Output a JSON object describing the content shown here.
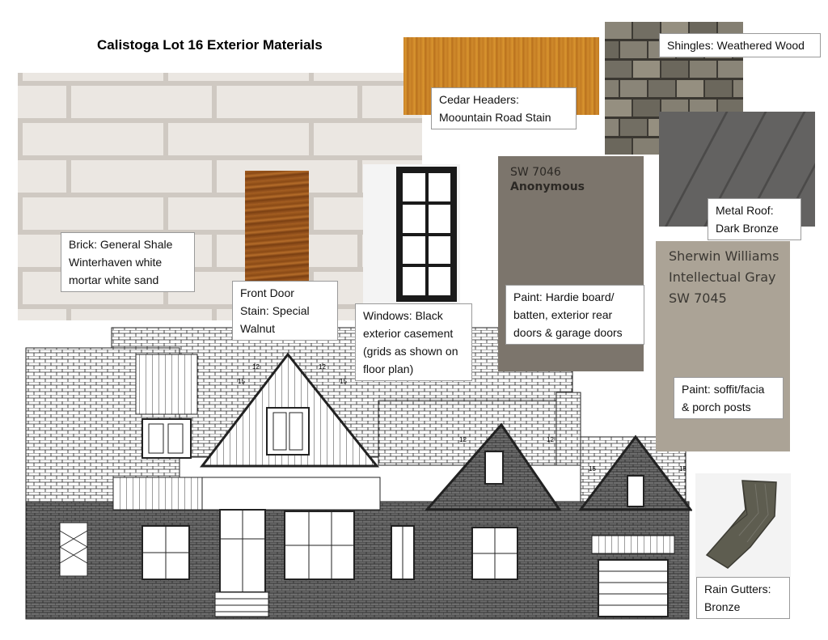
{
  "title": "Calistoga Lot 16 Exterior Materials",
  "labels": {
    "brick": [
      "Brick: General Shale",
      "Winterhaven white",
      "mortar white sand"
    ],
    "cedar": [
      "Cedar Headers:",
      "Moountain Road Stain"
    ],
    "shingles": [
      "Shingles: Weathered Wood"
    ],
    "metal_roof": [
      "Metal Roof:",
      "Dark Bronze"
    ],
    "front_door": [
      "Front Door",
      "Stain: Special",
      "Walnut"
    ],
    "windows": [
      "Windows: Black",
      "exterior casement",
      "(grids as shown on",
      "floor plan)"
    ],
    "paint_hardie": [
      "Paint: Hardie board/",
      "batten, exterior rear",
      "doors & garage doors"
    ],
    "paint_soffit": [
      "Paint: soffit/facia",
      "& porch posts"
    ],
    "rain_gutters": [
      "Rain Gutters:",
      "Bronze"
    ]
  },
  "paint_chips": {
    "anonymous": {
      "code": "SW 7046",
      "name": "Anonymous",
      "color": "#7c756c"
    },
    "intellectual_gray": {
      "lines": [
        "Sherwin Williams",
        "Intellectual Gray",
        "SW 7045"
      ],
      "color": "#aba396"
    }
  },
  "colors": {
    "brick": "#ebe7e2",
    "cedar": "#c98227",
    "shingles": "#7e7a6e",
    "metal_roof": "#636261",
    "door_stain": "#8a4a16",
    "gutter": "#5e5d50"
  },
  "elevation": {
    "dimensions": [
      "12",
      "12",
      "15",
      "15",
      "12",
      "12",
      "15",
      "15"
    ]
  }
}
